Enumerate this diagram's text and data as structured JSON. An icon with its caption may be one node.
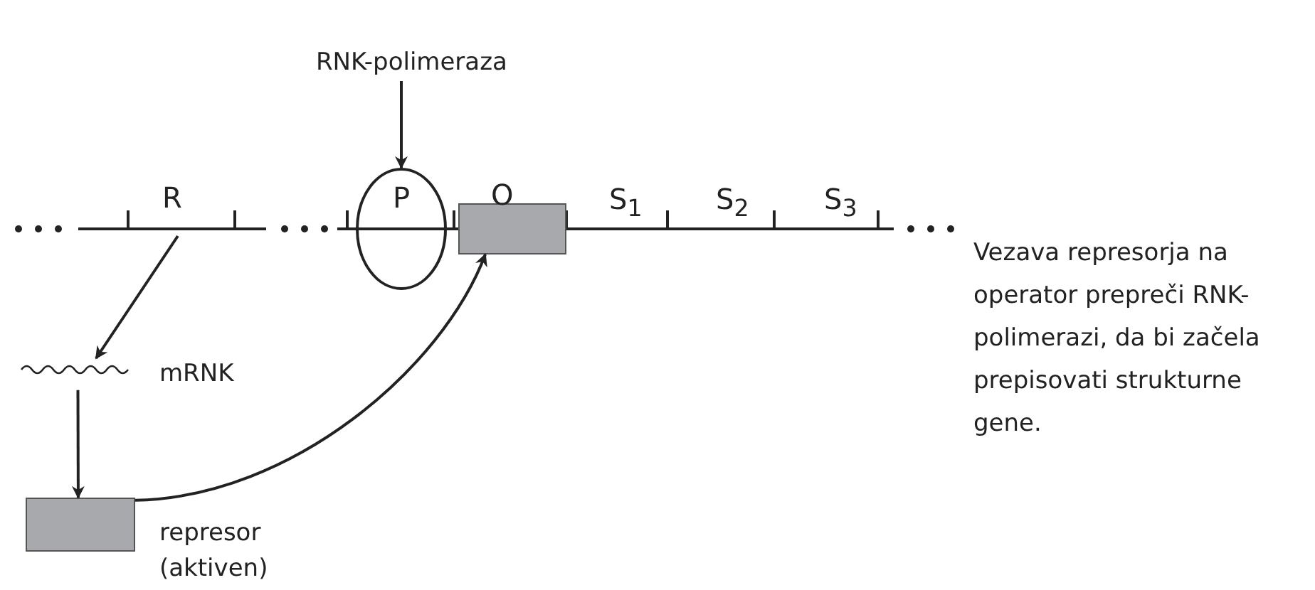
{
  "diagram": {
    "nodes": [
      {
        "text": [
          "RNK-polimeraza"
        ]
      },
      {
        "text": [
          "P"
        ]
      },
      {
        "text": [
          "R"
        ]
      },
      {
        "text": [],
        "shape": "picture",
        "beside": [
          "mRNK"
        ]
      },
      {
        "text": [],
        "shape": "box",
        "beside": [
          "represor (aktiven)"
        ]
      },
      {
        "text": [],
        "shape": "box"
      }
    ],
    "edges": [
      {
        "from": 0,
        "to": 1,
        "arrow": "to"
      },
      {
        "from": 2,
        "to": 3,
        "arrow": "to"
      },
      {
        "from": 3,
        "to": 4,
        "arrow": "to"
      },
      {
        "from": 4,
        "to": 5,
        "arrow": "to"
      }
    ],
    "labels": [
      "O",
      "S$_{1}$",
      "S$_{2}$",
      "S$_{3}$",
      "Vezava represorja na operator prepreči RNK-polimerazi, da bi začela prepisovati strukturne gene."
    ]
  }
}
